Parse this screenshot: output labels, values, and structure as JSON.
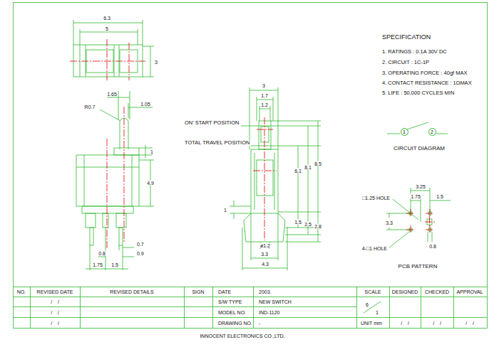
{
  "diagram": {
    "nodes": [
      {
        "text": [
          "1"
        ]
      },
      {
        "text": [
          "2"
        ]
      }
    ],
    "labels": [
      "6.3",
      "5",
      "3",
      "1.65",
      "R0.7",
      "1.05",
      "1",
      "4.9",
      "0.7",
      "0.8",
      "0.9",
      "1.75",
      "1.5",
      "3",
      "1.7",
      "1.2",
      "ON' START POSITION",
      "TOTAL TRAVEL POSITION",
      "6.1",
      "8.1",
      "8.5",
      "1",
      "1.5",
      "2.5",
      "2.8",
      "ø1.2",
      "3.3",
      "4.3",
      "SPECIFICATION",
      "1. RATINGS : 0.1A 30V DC",
      "2. CIRCUIT : 1C-1P",
      "3. OPERATING FORCE : 40gf MAX",
      "4. CONTACT RESISTANCE : 1ΩMAX",
      "5. LIFE : 50,000 CYCLES MIN",
      "CIRCUIT DIAGRAM",
      "3.25",
      "1.75",
      "1.5",
      "□1.25 HOLE",
      "3.3",
      "4-□1 HOLE",
      "0.8",
      "PCB PATTERN",
      "NO.",
      "REVISED DATE",
      "REVISED DETAILS",
      "SIGN",
      "DATE",
      "2003.",
      "SCALE",
      "DESIGNED",
      "CHECKED",
      "APPROVAL",
      "/    /",
      "S/W TYPE",
      "NEW SWITCH",
      "/    /",
      "MODEL NO.",
      "IND-1120",
      "6",
      "1",
      "/    /",
      "DRAWING NO.",
      "-",
      "UNIT mm",
      "/    /",
      "/    /",
      "/    /",
      "INNOCENT ELECTRONICS CO.,LTD."
    ]
  }
}
